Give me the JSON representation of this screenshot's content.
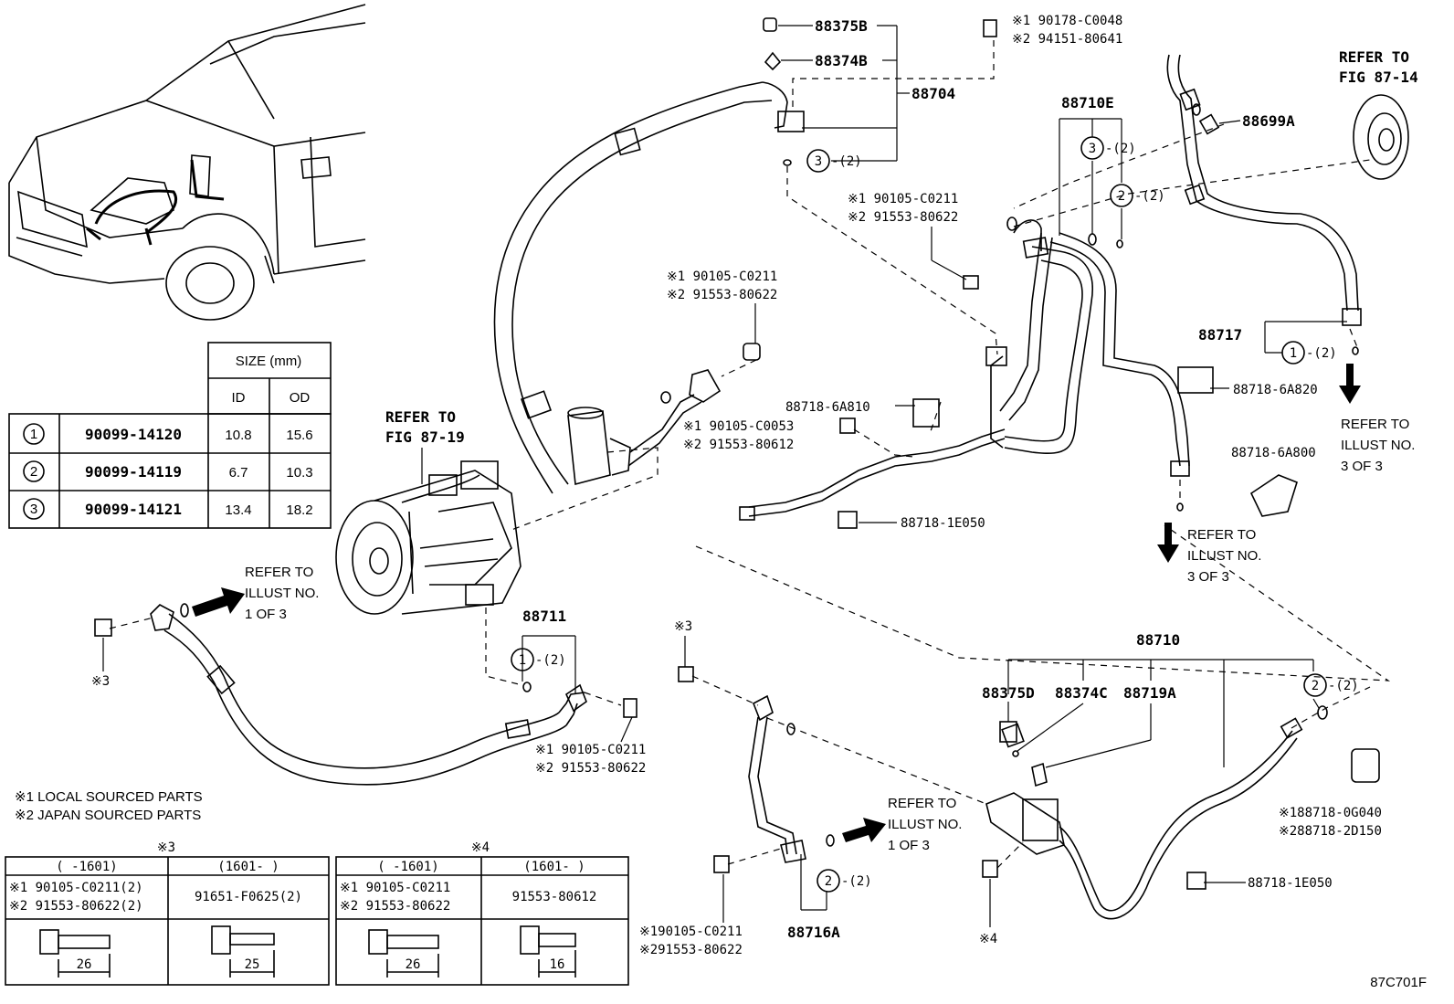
{
  "diagram": {
    "code": "87C701F",
    "refs": {
      "fig_87_19": [
        "REFER TO",
        "FIG 87-19"
      ],
      "fig_87_14": [
        "REFER TO",
        "FIG 87-14"
      ],
      "illust_1a": [
        "REFER TO",
        "ILLUST NO.",
        "1 OF 3"
      ],
      "illust_1b": [
        "REFER TO",
        "ILLUST NO.",
        "1 OF 3"
      ],
      "illust_3a": [
        "REFER TO",
        "ILLUST NO.",
        "3 OF 3"
      ],
      "illust_3b": [
        "REFER TO",
        "ILLUST NO.",
        "3 OF 3"
      ]
    },
    "parts": {
      "p88375B": "88375B",
      "p88374B": "88374B",
      "p88704": "88704",
      "p88710E": "88710E",
      "p88699A": "88699A",
      "p88717": "88717",
      "p88718_6A820": "88718-6A820",
      "p88718_6A800": "88718-6A800",
      "p88718_6A810": "88718-6A810",
      "p88718_1E050a": "88718-1E050",
      "p88718_1E050b": "88718-1E050",
      "p88711": "88711",
      "p88710": "88710",
      "p88375D": "88375D",
      "p88374C": "88374C",
      "p88719A": "88719A",
      "p88716A": "88716A"
    },
    "callouts": {
      "c_top1": "※1 90178-C0048",
      "c_top2": "※2 94151-80641",
      "c_mid1": "※1 90105-C0211",
      "c_mid2": "※2 91553-80622",
      "c_bolt1": "※1 90105-C0211",
      "c_bolt2": "※2 91553-80622",
      "c_53_1": "※1 90105-C0053",
      "c_53_2": "※2 91553-80612",
      "c_711_1": "※1 90105-C0211",
      "c_711_2": "※2 91553-80622",
      "c_716_1": "※190105-C0211",
      "c_716_2": "※291553-80622",
      "c_g040_1": "※188718-0G040",
      "c_g040_2": "※288718-2D150"
    },
    "marks": {
      "m3": "※3",
      "m4": "※4"
    },
    "rings": {
      "one": "1",
      "two": "2",
      "three": "3",
      "qty2": "-(2)"
    },
    "notes": {
      "n1": "※1 LOCAL SOURCED PARTS",
      "n2": "※2 JAPAN SOURCED PARTS"
    },
    "size_table": {
      "header": "SIZE (mm)",
      "col_id": "ID",
      "col_od": "OD",
      "rows": [
        {
          "idx": "1",
          "part": "90099-14120",
          "id": "10.8",
          "od": "15.6"
        },
        {
          "idx": "2",
          "part": "90099-14119",
          "id": "6.7",
          "od": "10.3"
        },
        {
          "idx": "3",
          "part": "90099-14121",
          "id": "13.4",
          "od": "18.2"
        }
      ]
    },
    "bolt_tables": [
      {
        "mark": "※3",
        "col1": "(    -1601)",
        "col2": "(1601-    )",
        "c1_l1": "※1 90105-C0211(2)",
        "c1_l2": "※2 91553-80622(2)",
        "c2": "91651-F0625(2)",
        "len1": "26",
        "len2": "25"
      },
      {
        "mark": "※4",
        "col1": "(    -1601)",
        "col2": "(1601-    )",
        "c1_l1": "※1 90105-C0211",
        "c1_l2": "※2 91553-80622",
        "c2": "91553-80612",
        "len1": "26",
        "len2": "16"
      }
    ]
  }
}
